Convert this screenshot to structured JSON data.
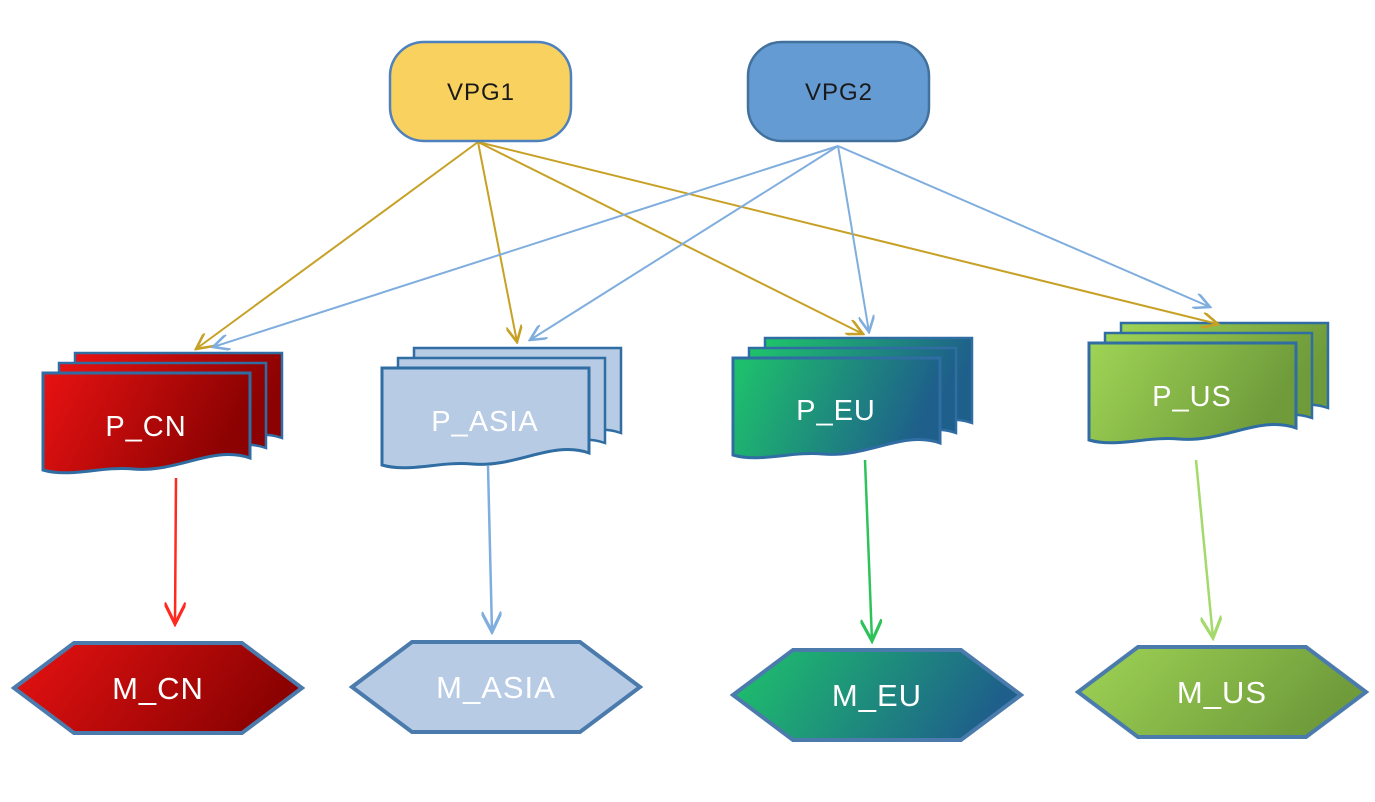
{
  "diagram": {
    "background": "#FFFFFF",
    "vpg_nodes": [
      {
        "id": "vpg1",
        "label": "VPG1"
      },
      {
        "id": "vpg2",
        "label": "VPG2"
      }
    ],
    "pool_stacks": [
      {
        "id": "p_cn",
        "label": "P_CN"
      },
      {
        "id": "p_asia",
        "label": "P_ASIA"
      },
      {
        "id": "p_eu",
        "label": "P_EU"
      },
      {
        "id": "p_us",
        "label": "P_US"
      }
    ],
    "market_nodes": [
      {
        "id": "m_cn",
        "label": "M_CN"
      },
      {
        "id": "m_asia",
        "label": "M_ASIA"
      },
      {
        "id": "m_eu",
        "label": "M_EU"
      },
      {
        "id": "m_us",
        "label": "M_US"
      }
    ],
    "connections": {
      "vpg1": [
        "P_CN",
        "P_ASIA",
        "P_EU",
        "P_US"
      ],
      "vpg2": [
        "P_CN",
        "P_ASIA",
        "P_EU",
        "P_US"
      ],
      "pool_to_market": {
        "P_CN": "M_CN",
        "P_ASIA": "M_ASIA",
        "P_EU": "M_EU",
        "P_US": "M_US"
      }
    }
  },
  "palette": {
    "gold_edge": "#C7A125",
    "blue_edge": "#7FAEDE",
    "red_arrow": "#FF2A1F",
    "blue_arrow": "#7FAEDE",
    "green_arrow": "#2EC25B",
    "light_green_arrow": "#A4D96C",
    "vpg1_fill": "#F9D15F",
    "vpg1_stroke": "#4E81BD",
    "vpg2_fill": "#649BD3",
    "vpg2_stroke": "#41719C",
    "cn_light": "#E81212",
    "cn_dark": "#8C0202",
    "asia_fill": "#B7CBE5",
    "eu_light": "#1EC46A",
    "eu_dark": "#1E5F8B",
    "us_light": "#9FD455",
    "us_dark": "#6F9B3B",
    "doc_stroke": "#2F6DA3",
    "hex_stroke": "#4B7BAD",
    "label_white": "#FFFFFF",
    "label_black": "#1A1A1A"
  }
}
